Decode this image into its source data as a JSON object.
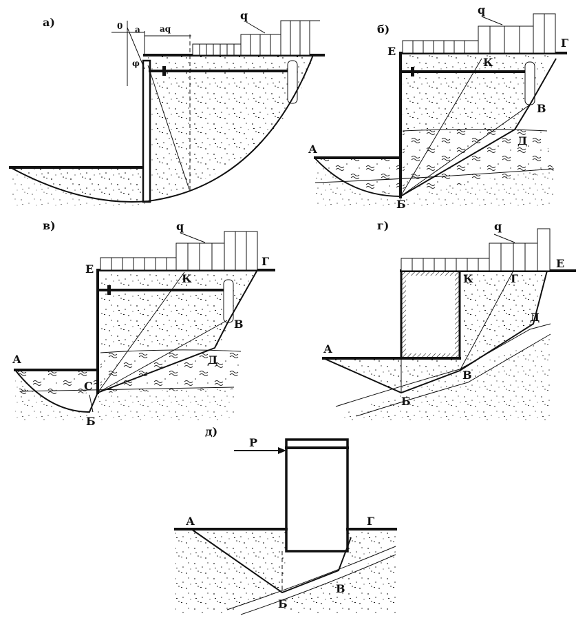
{
  "panels": [
    {
      "id": "a",
      "label": "а)",
      "points": {
        "O": "0",
        "a": "a",
        "aq": "aq",
        "phi": "φ",
        "q": "q"
      }
    },
    {
      "id": "b",
      "label": "б)",
      "points": {
        "E": "Е",
        "G": "Г",
        "K": "К",
        "V": "В",
        "D": "Д",
        "A": "А",
        "B": "Б",
        "q": "q"
      }
    },
    {
      "id": "v",
      "label": "в)",
      "points": {
        "E": "Е",
        "G": "Г",
        "K": "К",
        "V": "В",
        "D": "Д",
        "A": "А",
        "S": "С",
        "B": "Б",
        "q": "q"
      }
    },
    {
      "id": "g",
      "label": "г)",
      "points": {
        "K": "К",
        "G": "Г",
        "E": "Е",
        "D": "Д",
        "A": "А",
        "V": "В",
        "B": "Б",
        "q": "q"
      }
    },
    {
      "id": "d",
      "label": "д)",
      "points": {
        "P": "P",
        "A": "А",
        "G": "Г",
        "V": "В",
        "B": "Б"
      }
    }
  ],
  "style": {
    "ink": "#111111",
    "paper": "#ffffff"
  }
}
